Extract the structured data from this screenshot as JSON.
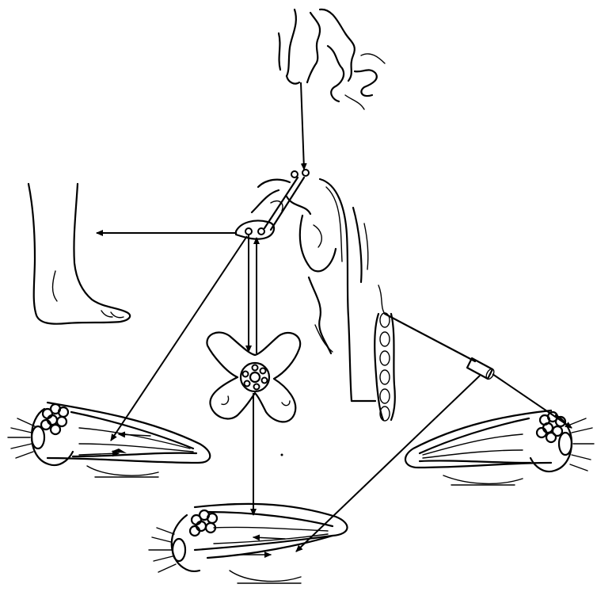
{
  "diagram": {
    "parts": [
      {
        "id": "brain-cortex",
        "icon": "brain-icon"
      },
      {
        "id": "spinal-cord",
        "icon": "spinal-cord-icon"
      },
      {
        "id": "leg-foot",
        "icon": "foot-icon"
      },
      {
        "id": "ciliary-ganglion",
        "icon": "ganglion-icon"
      },
      {
        "id": "sympathetic-chain",
        "icon": "sympathetic-chain-icon"
      },
      {
        "id": "superior-cervical-ganglion",
        "icon": "ganglion-node-icon"
      },
      {
        "id": "eye-left",
        "icon": "eye-icon"
      },
      {
        "id": "eye-bottom",
        "icon": "eye-icon"
      },
      {
        "id": "eye-right",
        "icon": "eye-icon"
      }
    ],
    "arrow_color": "#000000",
    "background": "#ffffff"
  }
}
